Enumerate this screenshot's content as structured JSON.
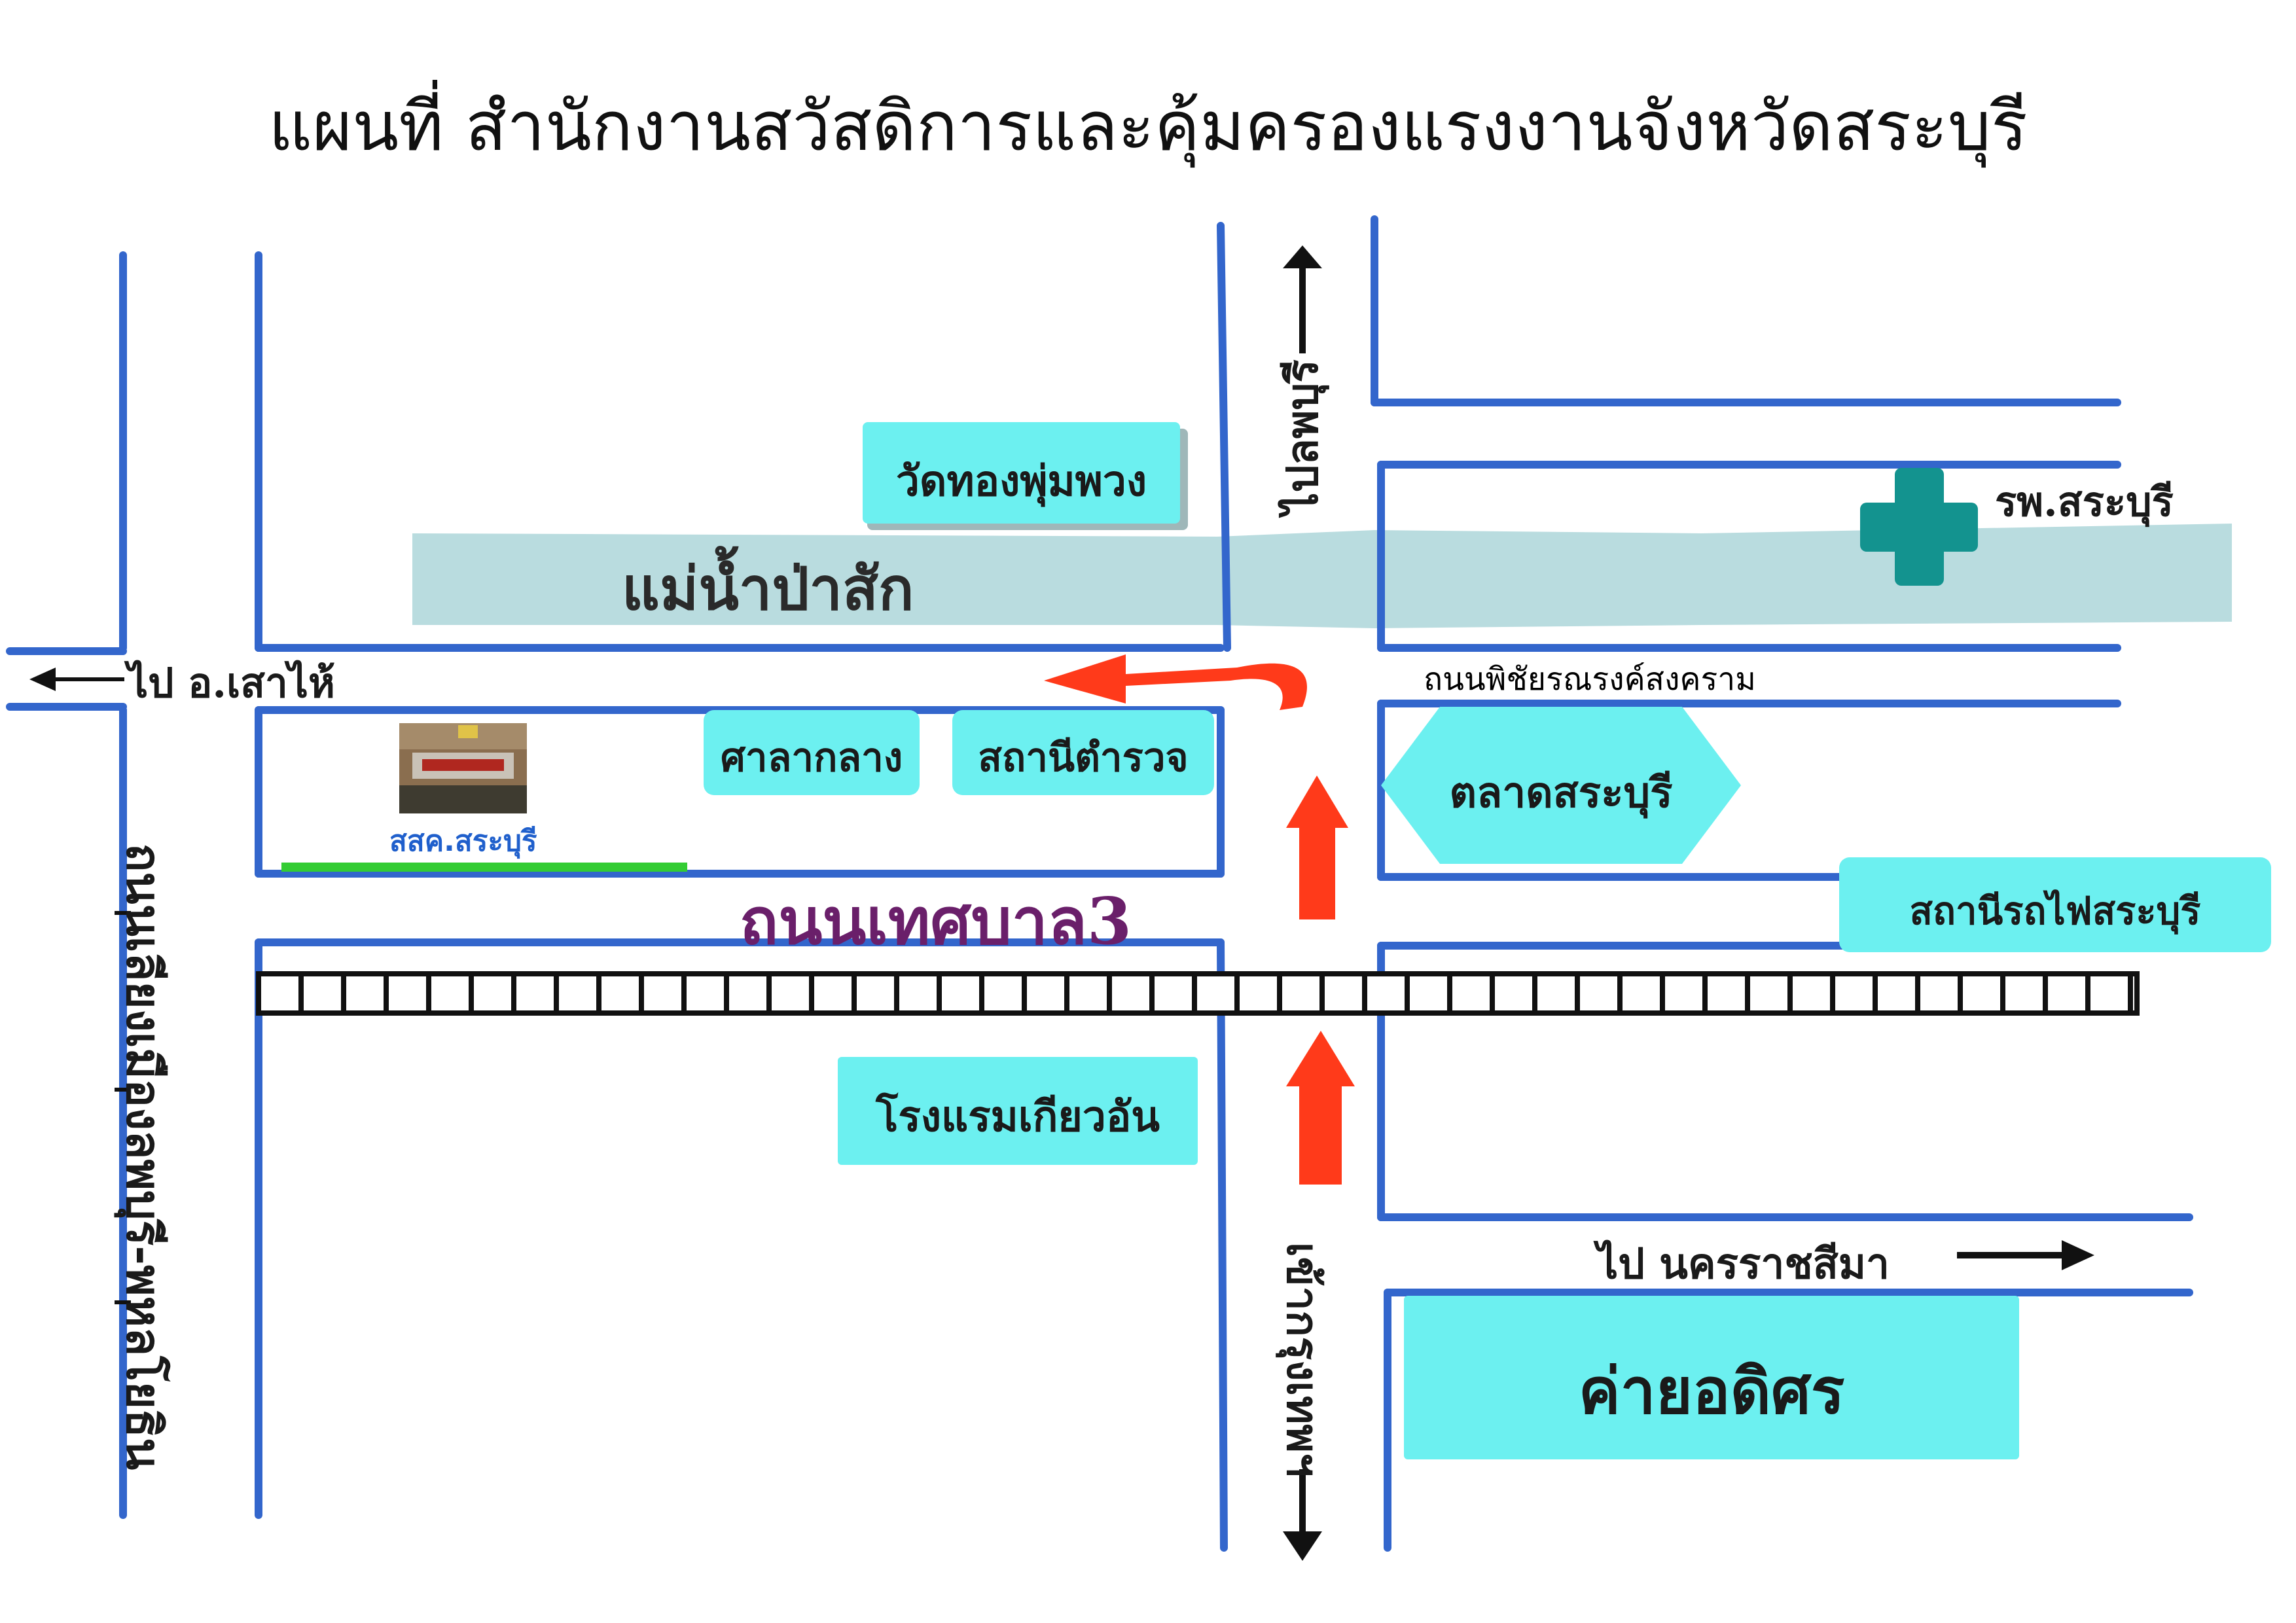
{
  "title": "แผนที่ สำนักงานสวัสดิการและคุ้มครองแรงงานจังหวัดสระบุรี",
  "colors": {
    "road": "#3366cc",
    "river": "#b9dcdf",
    "landmark_fill": "#6cf0f0",
    "route_arrow": "#ff3a1a",
    "hospital_cross": "#13938f",
    "railway": "#111111"
  },
  "roads": {
    "thesaban3": "ถนนเทศบาล3",
    "phichai": "ถนนพิชัยรณรงค์สงคราม",
    "left_vertical": "ถนนเลียงเมืองลพบุรี-พหลโยธิน",
    "to_lopburi": "ไปลพบุรี",
    "to_bangkok": "เข้ากรุงเทพฯ",
    "to_sao_hai": "ไป อ.เสาไห้",
    "to_nakhon": "ไป นครราชสีมา"
  },
  "landmarks": {
    "wat": "วัดทองพุ่มพวง",
    "river": "แม่น้ำป่าสัก",
    "hospital": "รพ.สระบุรี",
    "city_hall": "ศาลากลาง",
    "police": "สถานีตำรวจ",
    "market": "ตลาดสระบุรี",
    "train_station": "สถานีรถไฟสระบุรี",
    "hotel": "โรงแรมเกียวอัน",
    "camp": "ค่ายอดิศร",
    "office": "สสค.สระบุรี"
  },
  "icons": [
    "hospital-cross-icon",
    "arrow-up-icon",
    "arrow-down-icon",
    "arrow-left-icon",
    "arrow-right-icon",
    "office-photo"
  ]
}
